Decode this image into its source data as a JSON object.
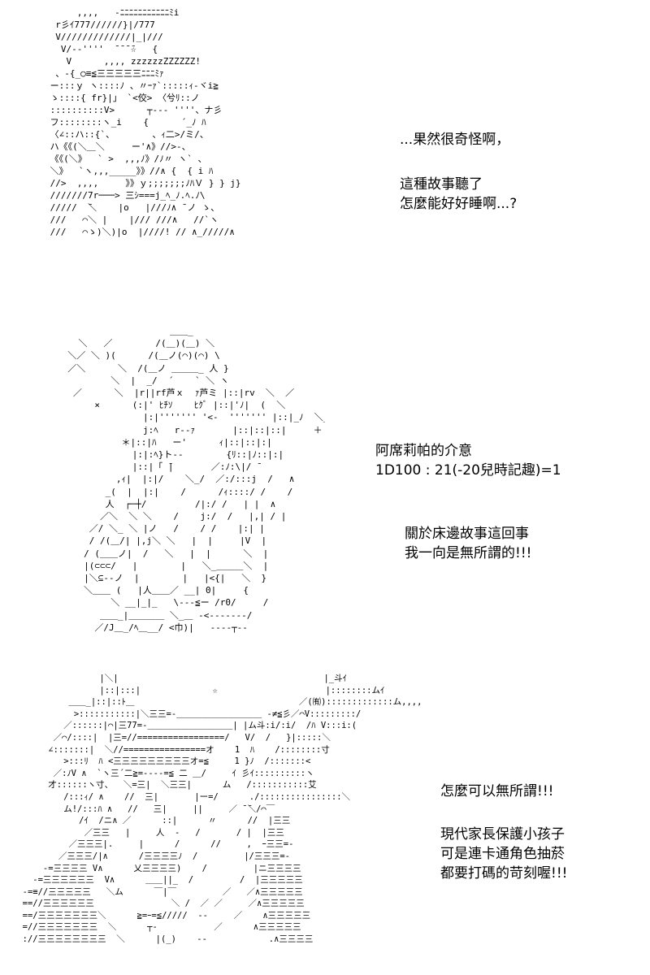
{
  "art": {
    "panel1": "      ,,,,   -ﾆﾆﾆﾆﾆﾆﾆﾆﾆﾆﾆﾐi\n  r彡ｲ777//////}|/777\n  V/////////////|_|///\n   V/--''''  ̄ ̄ ̄ ̄☆   {\n    V      ,,,, zzzzzzZZZZZZ!\n  、-{_○≡≦三三三三三ﾆﾆﾆﾐｧ\n ー:::ｙ ヽ::::ﾉ 、〃ｰｧ`:::::ｨ-ヾi≧\n ゝ::::{ fr}|」 `<佼> 〈兮ﾘ::ノ\n ::::::::::V>      ┬--- ''''、ナ彡\n フ::::::::ヽ_i    {      ´_ﾉ ﾊ\n 〈∠::ハ::{`、       、ｨ二>/ミ/、\n ハ《《(＼＿＼     ー'∧》//>-、\n 《《(＼》  ` >  ,,,ﾉ》/ﾉ〃 ヽ` 、\n ＼》  `ヽ,,,_____》》//∧ {  { i ﾊ\n //>  ,,,,     》》ｙ;;;;;;;ﾉﾊＶ } } j}\n ///////7r───> 三ｼ===j_ﾍ_ﾉ.ﾍ.ﾉ\\\n /////  ̄＼    |o   |///ﾉ∧ ̄ ノ ゝ、\n ///   ⌒＼ |    |/// ///∧   //`ヽ\n ///   ⌒ゝ)＼)|o  |////! // ∧_/////∧",
    "panel2": "                     ＿＿_\n    ＼   ／        /(＿)(＿) ＼\n  ＼／ ＼ )(      /(＿ノ(⌒)(⌒) \\\n  ／＼      ＼  /(＿ノ ＿＿＿_ 人 }\n          ＼  |  _/  ´    ` ＼ ヽ\n   ／      ＼  |r||rf芦ｘ  ｧ芦ミ |::|rv  ＼  ／\n       ×      (:|' ﾋﾁｿ    ﾋｸﾞ |::|'ﾉ|  (  ＼\n                |:|''''''' '<-  ''''''' |::|_ﾉ  ＼_ノ\n                j:ﾍ   r‐‐ｧ       |::|::|::|     ＋\n            ＊|::|ﾊ   ー'      ｨ|::|::|:|\n              |:|:ﾍ}ト--        {ﾘ::|ﾉ::|:|\n              |::|「 ̄|       ／:ﾉ:\\|/ ̄\n           ,ｨ|  |:|/    ＼_/  ／:/:::j  /   ∧\n         _(  |  |:|    /      /ｨ::::/ /    /\n         人  ┌─┼/         /|:/ /   | |  ∧\n        ／＼  ＼ ＼    /    j:/  /   |,| / |\n      ／/ ＼_ ＼ |ノ   /    / /    |:| |\n      / /(＿/| |,j＼ ＼   |  |     |V  |\n     / (＿＿ノ|  /   ＼   |  |      ＼  |\n     |(⊂⊂⊂/   |        |   ＼_＿＿＿＼  |\n     |＼⊆--ノ  |        |   |<{|   ＼  }\n     ＼＿＿ (   |人＿＿／ __| 0|     {\n          ＼ __|_|_   \\‐‐‐≦ー /r0/     /\n        ＿＿_|＿＿＿＿ ＼_＿ ‐<‐‐‐‐‐‐‐/\n       ／/J＿_/ﾍ＿__/ <巾)|   ‐‐‐‐┬‐‐",
    "panel3": "                 |＼|                                        |_斗ｲ\n                 |::|:::|              ☆                     |::::::::ムｲ\n           ＿＿_|::|::ﾄ＿                                ／(㈲):::::::::::::ム,,,,/\n            >:::::::::::|＼三三=-＿＿＿＿＿＿＿＿＿＿ -≠≦彡／⌒V:::::::::/\n          ／::::::|⌒|三77=-＿＿＿＿＿＿＿＿＿＿| |ム斗:i/:i/  /ﾊ V:::i:(\n        ／⌒/::::|  |三=//=================/   V/  /   }|:::::＼\n       ∠:::::::|  ＼//================オ    1  ﾊ    /::::::::寸\n          >:::ﾘ  ﾊ <三三三三三三三三三オ=≦     1 }ﾉ  /:::::::<\n        ／:ﾉV ∧  `ヽ三´二≧=----=≦ 二 ＿/     ｲ 彡ｲ::::::::::ヽ\n       才::::::ヽ寸、  ＼=三|  ＼三三|      ム   /:::::::::::艾\n          /:::ｨ/ ∧    //  三|       |ー=/      ./::::::::::::::::＼\n          ム!/:::ﾊ ∧   //   三|     ||     ／ ̄ ̄＼/⌒￣\n             /ｲ  /ニ∧ ／      ::|      〃      //  |三三\n              ／三三   |     人  -   /       / |  |三三\n           ／三三三|.     |      /      //     ,  ｰ三三=-\n         ／三三三/|∧      /三三三三ﾉ  /         |/三三三=-\n      -=三三三三 V∧      乂三三三三)    /         |ニ三三三三\n    -=三三三三三三  V∧      ＿＿||_  /         /  |三三三三三\n  -=≡//三三三三三   ＼ム      ￣|￣         ／   ／∧三三三三三\n  ==//三三三三三三               ＼ /  ／ ／     ／∧三三三三三\n  ==/三三三三三三三＼      ≧=ｰ=≦/////  --     ／    ∧三三三三三\n  =//三三三三三三三  ＼      ┬‐           ／      ∧三三三三三\n  ://三三三三三三三三  ＼      |(_)    --            .∧三三三三"
  },
  "dialogue": {
    "p1_a": "...果然很奇怪啊，",
    "p1_b1": "這種故事聽了",
    "p1_b2": "怎麼能好好睡啊...?",
    "p2_a1": "阿席莉帕的介意",
    "p2_a2": "1D100 : 21(-20兒時記趣)=1",
    "p2_b1": "關於床邊故事這回事",
    "p2_b2": "我一向是無所謂的!!!",
    "p3_a": "怎麼可以無所謂!!!",
    "p3_b1": "現代家長保護小孩子",
    "p3_b2": "可是連卡通角色抽菸",
    "p3_b3": "都要打碼的苛刻喔!!!"
  }
}
